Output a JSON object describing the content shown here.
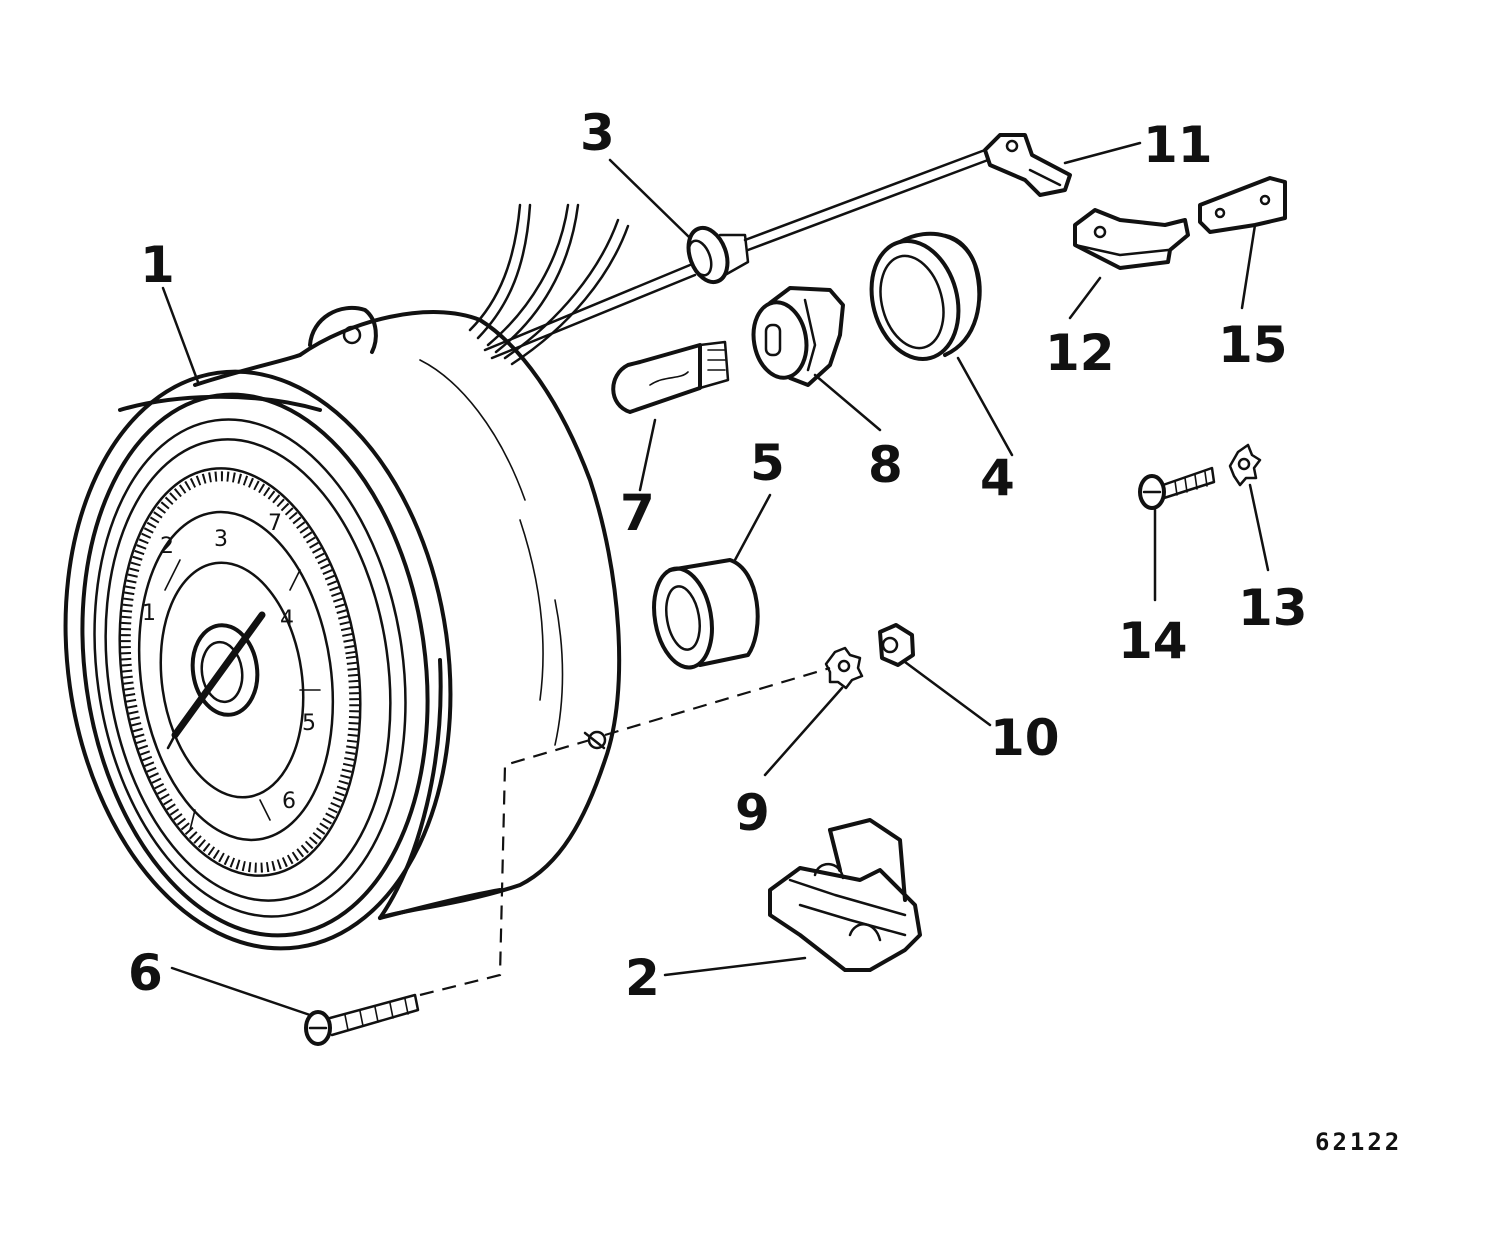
{
  "callouts": {
    "c1": "1",
    "c2": "2",
    "c3": "3",
    "c4": "4",
    "c5": "5",
    "c6": "6",
    "c7": "7",
    "c8": "8",
    "c9": "9",
    "c10": "10",
    "c11": "11",
    "c12": "12",
    "c13": "13",
    "c14": "14",
    "c15": "15"
  },
  "dial": {
    "n1": "1",
    "n2": "2",
    "n3": "3",
    "n4": "4",
    "n5": "5",
    "n6": "6",
    "n7": "7"
  },
  "reference_number": "62122"
}
